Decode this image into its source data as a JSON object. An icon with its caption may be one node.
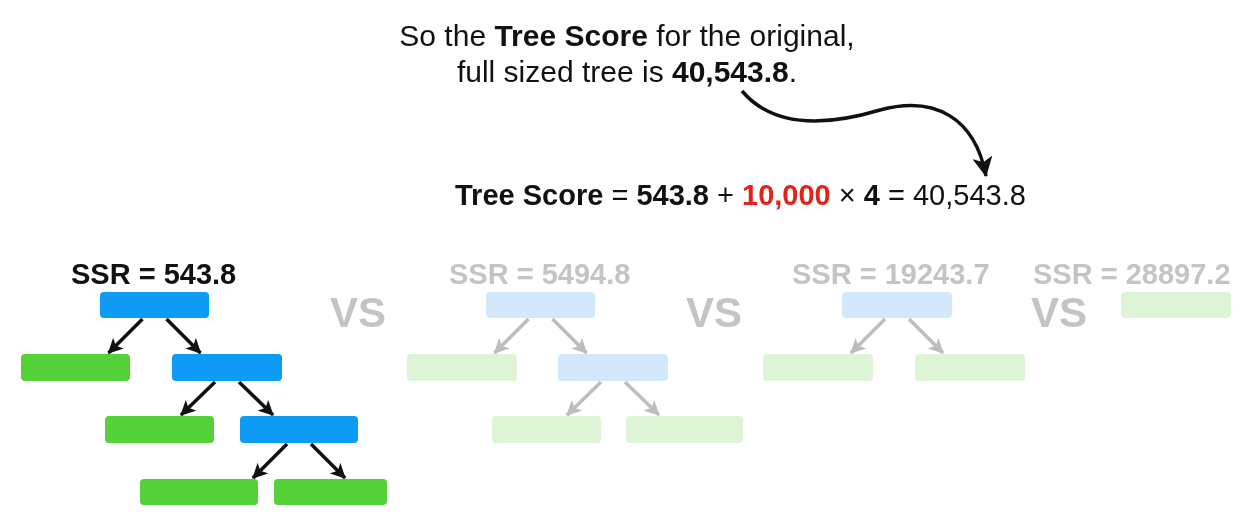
{
  "diagram": {
    "nodes": [
      {
        "text": [
          "So the **Tree Score** for the original, full sized tree is **40,543.8**."
        ]
      },
      {
        "text": [
          "**Tree Score** = **543.8** + **10,000** × **4** = 40,543.8"
        ]
      },
      {
        "text": [],
        "shape": "box",
        "beside": [
          "SSR = 543.8"
        ]
      },
      {
        "text": [],
        "shape": "box"
      },
      {
        "text": [],
        "shape": "box"
      },
      {
        "text": [],
        "shape": "box"
      },
      {
        "text": [],
        "shape": "box"
      },
      {
        "text": [],
        "shape": "box"
      },
      {
        "text": [],
        "shape": "box"
      },
      {
        "text": [],
        "shape": "box",
        "beside": [
          "SSR = 5494.8"
        ]
      },
      {
        "text": [],
        "shape": "box"
      },
      {
        "text": [],
        "shape": "box"
      },
      {
        "text": [],
        "shape": "box"
      },
      {
        "text": [],
        "shape": "box"
      },
      {
        "text": [],
        "shape": "box",
        "beside": [
          "SSR = 19243.7"
        ]
      },
      {
        "text": [],
        "shape": "box"
      },
      {
        "text": [],
        "shape": "box"
      },
      {
        "text": [],
        "shape": "box",
        "beside": [
          "SSR = 28897.2"
        ]
      }
    ],
    "edges": [
      {
        "from": 0,
        "to": 1,
        "arrow": "to"
      },
      {
        "from": 2,
        "to": 3,
        "arrow": "to"
      },
      {
        "from": 2,
        "to": 4,
        "arrow": "to"
      },
      {
        "from": 4,
        "to": 5,
        "arrow": "to"
      },
      {
        "from": 4,
        "to": 6,
        "arrow": "to"
      },
      {
        "from": 6,
        "to": 7,
        "arrow": "to"
      },
      {
        "from": 6,
        "to": 8,
        "arrow": "to"
      },
      {
        "from": 9,
        "to": 10,
        "arrow": "to",
        "color": "#bdbdbd"
      },
      {
        "from": 9,
        "to": 11,
        "arrow": "to",
        "color": "#bdbdbd"
      },
      {
        "from": 11,
        "to": 12,
        "arrow": "to",
        "color": "#bdbdbd"
      },
      {
        "from": 11,
        "to": 13,
        "arrow": "to",
        "color": "#bdbdbd"
      },
      {
        "from": 14,
        "to": 15,
        "arrow": "to",
        "color": "#bdbdbd"
      },
      {
        "from": 14,
        "to": 16,
        "arrow": "to",
        "color": "#bdbdbd"
      }
    ],
    "labels": [
      "VS",
      "VS",
      "VS"
    ]
  }
}
